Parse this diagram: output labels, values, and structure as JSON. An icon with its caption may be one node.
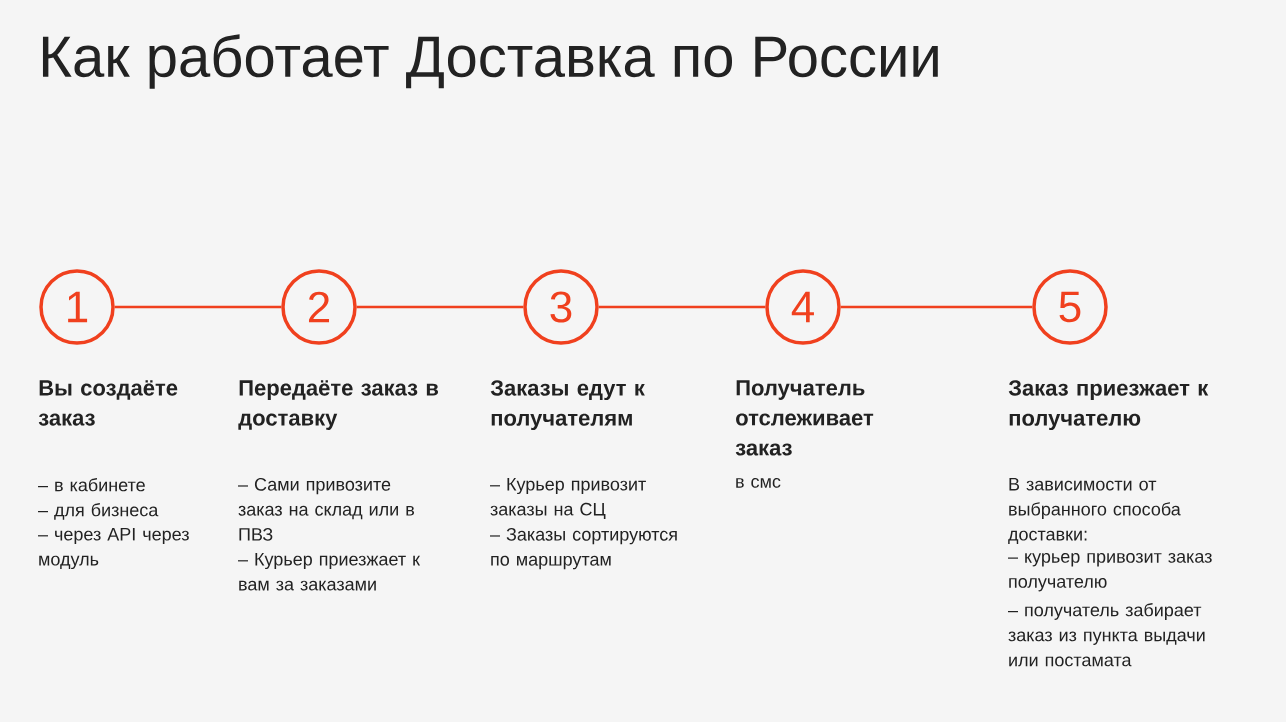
{
  "diagram": {
    "title": "Как работает Доставка по России",
    "nodes": [
      {
        "text": [
          "1"
        ],
        "beside": [
          "Вы создаёте заказ",
          "– в кабинете",
          "– для бизнеса",
          "– через API через модуль"
        ]
      },
      {
        "text": [
          "2"
        ],
        "beside": [
          "Передаёте заказ в доставку",
          "– Сами привозите заказ на склад или в ПВЗ",
          "– Курьер приезжает к вам за заказами"
        ]
      },
      {
        "text": [
          "3"
        ],
        "beside": [
          "Заказы едут к получателям",
          "– Курьер привозит заказы на СЦ",
          "– Заказы сортируются по маршрутам"
        ]
      },
      {
        "text": [
          "4"
        ],
        "beside": [
          "Получатель отслеживает заказ",
          "в смс"
        ]
      },
      {
        "text": [
          "5"
        ],
        "beside": [
          "Заказ приезжает к получателю",
          "В зависимости от выбранного способа доставки:",
          "– курьер привозит заказ получателю",
          "– получатель забирает заказ из пункта выдачи или постамата"
        ]
      }
    ],
    "edges": [
      {
        "from": 0,
        "to": 1,
        "arrow": "none"
      },
      {
        "from": 1,
        "to": 2,
        "arrow": "none"
      },
      {
        "from": 2,
        "to": 3,
        "arrow": "none"
      },
      {
        "from": 3,
        "to": 4,
        "arrow": "none"
      }
    ]
  }
}
